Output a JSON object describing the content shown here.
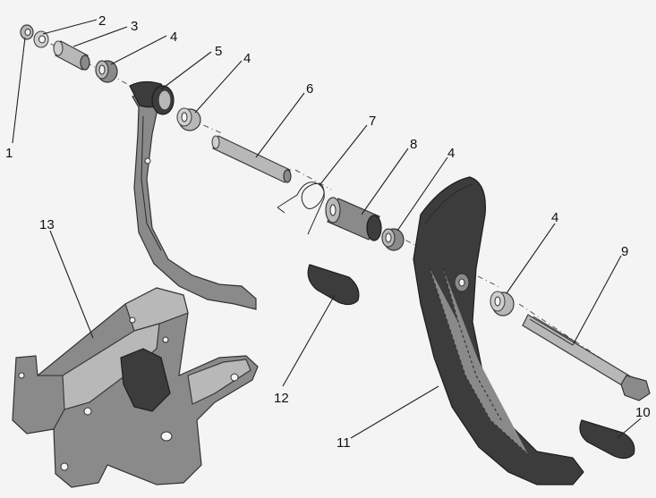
{
  "callouts": [
    {
      "id": "1",
      "label": "1"
    },
    {
      "id": "2",
      "label": "2"
    },
    {
      "id": "3",
      "label": "3"
    },
    {
      "id": "4a",
      "label": "4"
    },
    {
      "id": "5",
      "label": "5"
    },
    {
      "id": "4b",
      "label": "4"
    },
    {
      "id": "6",
      "label": "6"
    },
    {
      "id": "7",
      "label": "7"
    },
    {
      "id": "8",
      "label": "8"
    },
    {
      "id": "4c",
      "label": "4"
    },
    {
      "id": "4d",
      "label": "4"
    },
    {
      "id": "9",
      "label": "9"
    },
    {
      "id": "10",
      "label": "10"
    },
    {
      "id": "11",
      "label": "11"
    },
    {
      "id": "12",
      "label": "12"
    },
    {
      "id": "13",
      "label": "13"
    }
  ],
  "colors": {
    "background": "#f4f4f4",
    "dark_part": "#3c3c3c",
    "light_part": "#b8b8b8"
  }
}
